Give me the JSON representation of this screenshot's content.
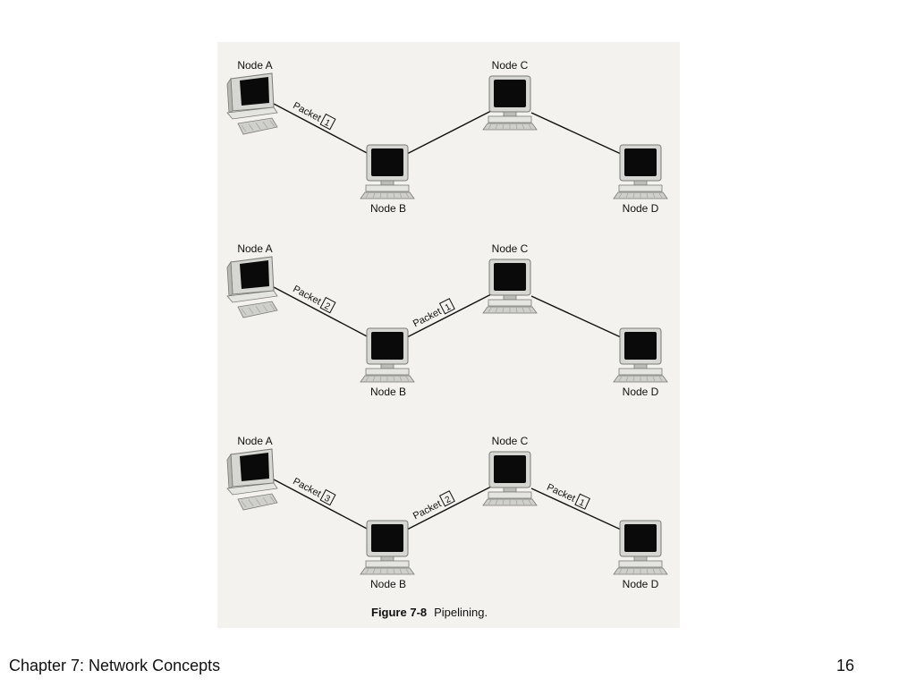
{
  "figure": {
    "caption_number": "Figure 7-8",
    "caption_text": "Pipelining.",
    "panels": [
      {
        "nodes": [
          {
            "id": "A",
            "label": "Node A"
          },
          {
            "id": "B",
            "label": "Node B"
          },
          {
            "id": "C",
            "label": "Node C"
          },
          {
            "id": "D",
            "label": "Node D"
          }
        ],
        "packets": [
          {
            "link": "A-B",
            "label": "Packet",
            "number": "1"
          }
        ]
      },
      {
        "nodes": [
          {
            "id": "A",
            "label": "Node A"
          },
          {
            "id": "B",
            "label": "Node B"
          },
          {
            "id": "C",
            "label": "Node C"
          },
          {
            "id": "D",
            "label": "Node D"
          }
        ],
        "packets": [
          {
            "link": "A-B",
            "label": "Packet",
            "number": "2"
          },
          {
            "link": "B-C",
            "label": "Packet",
            "number": "1"
          }
        ]
      },
      {
        "nodes": [
          {
            "id": "A",
            "label": "Node A"
          },
          {
            "id": "B",
            "label": "Node B"
          },
          {
            "id": "C",
            "label": "Node C"
          },
          {
            "id": "D",
            "label": "Node D"
          }
        ],
        "packets": [
          {
            "link": "A-B",
            "label": "Packet",
            "number": "3"
          },
          {
            "link": "B-C",
            "label": "Packet",
            "number": "2"
          },
          {
            "link": "C-D",
            "label": "Packet",
            "number": "1"
          }
        ]
      }
    ]
  },
  "footer": {
    "chapter": "Chapter 7:  Network Concepts",
    "page_number": "16"
  },
  "colors": {
    "panel_background": "#f3f2ee",
    "line": "#111111",
    "monitor_body": "#d6d6d2",
    "screen": "#0a0a0a"
  }
}
